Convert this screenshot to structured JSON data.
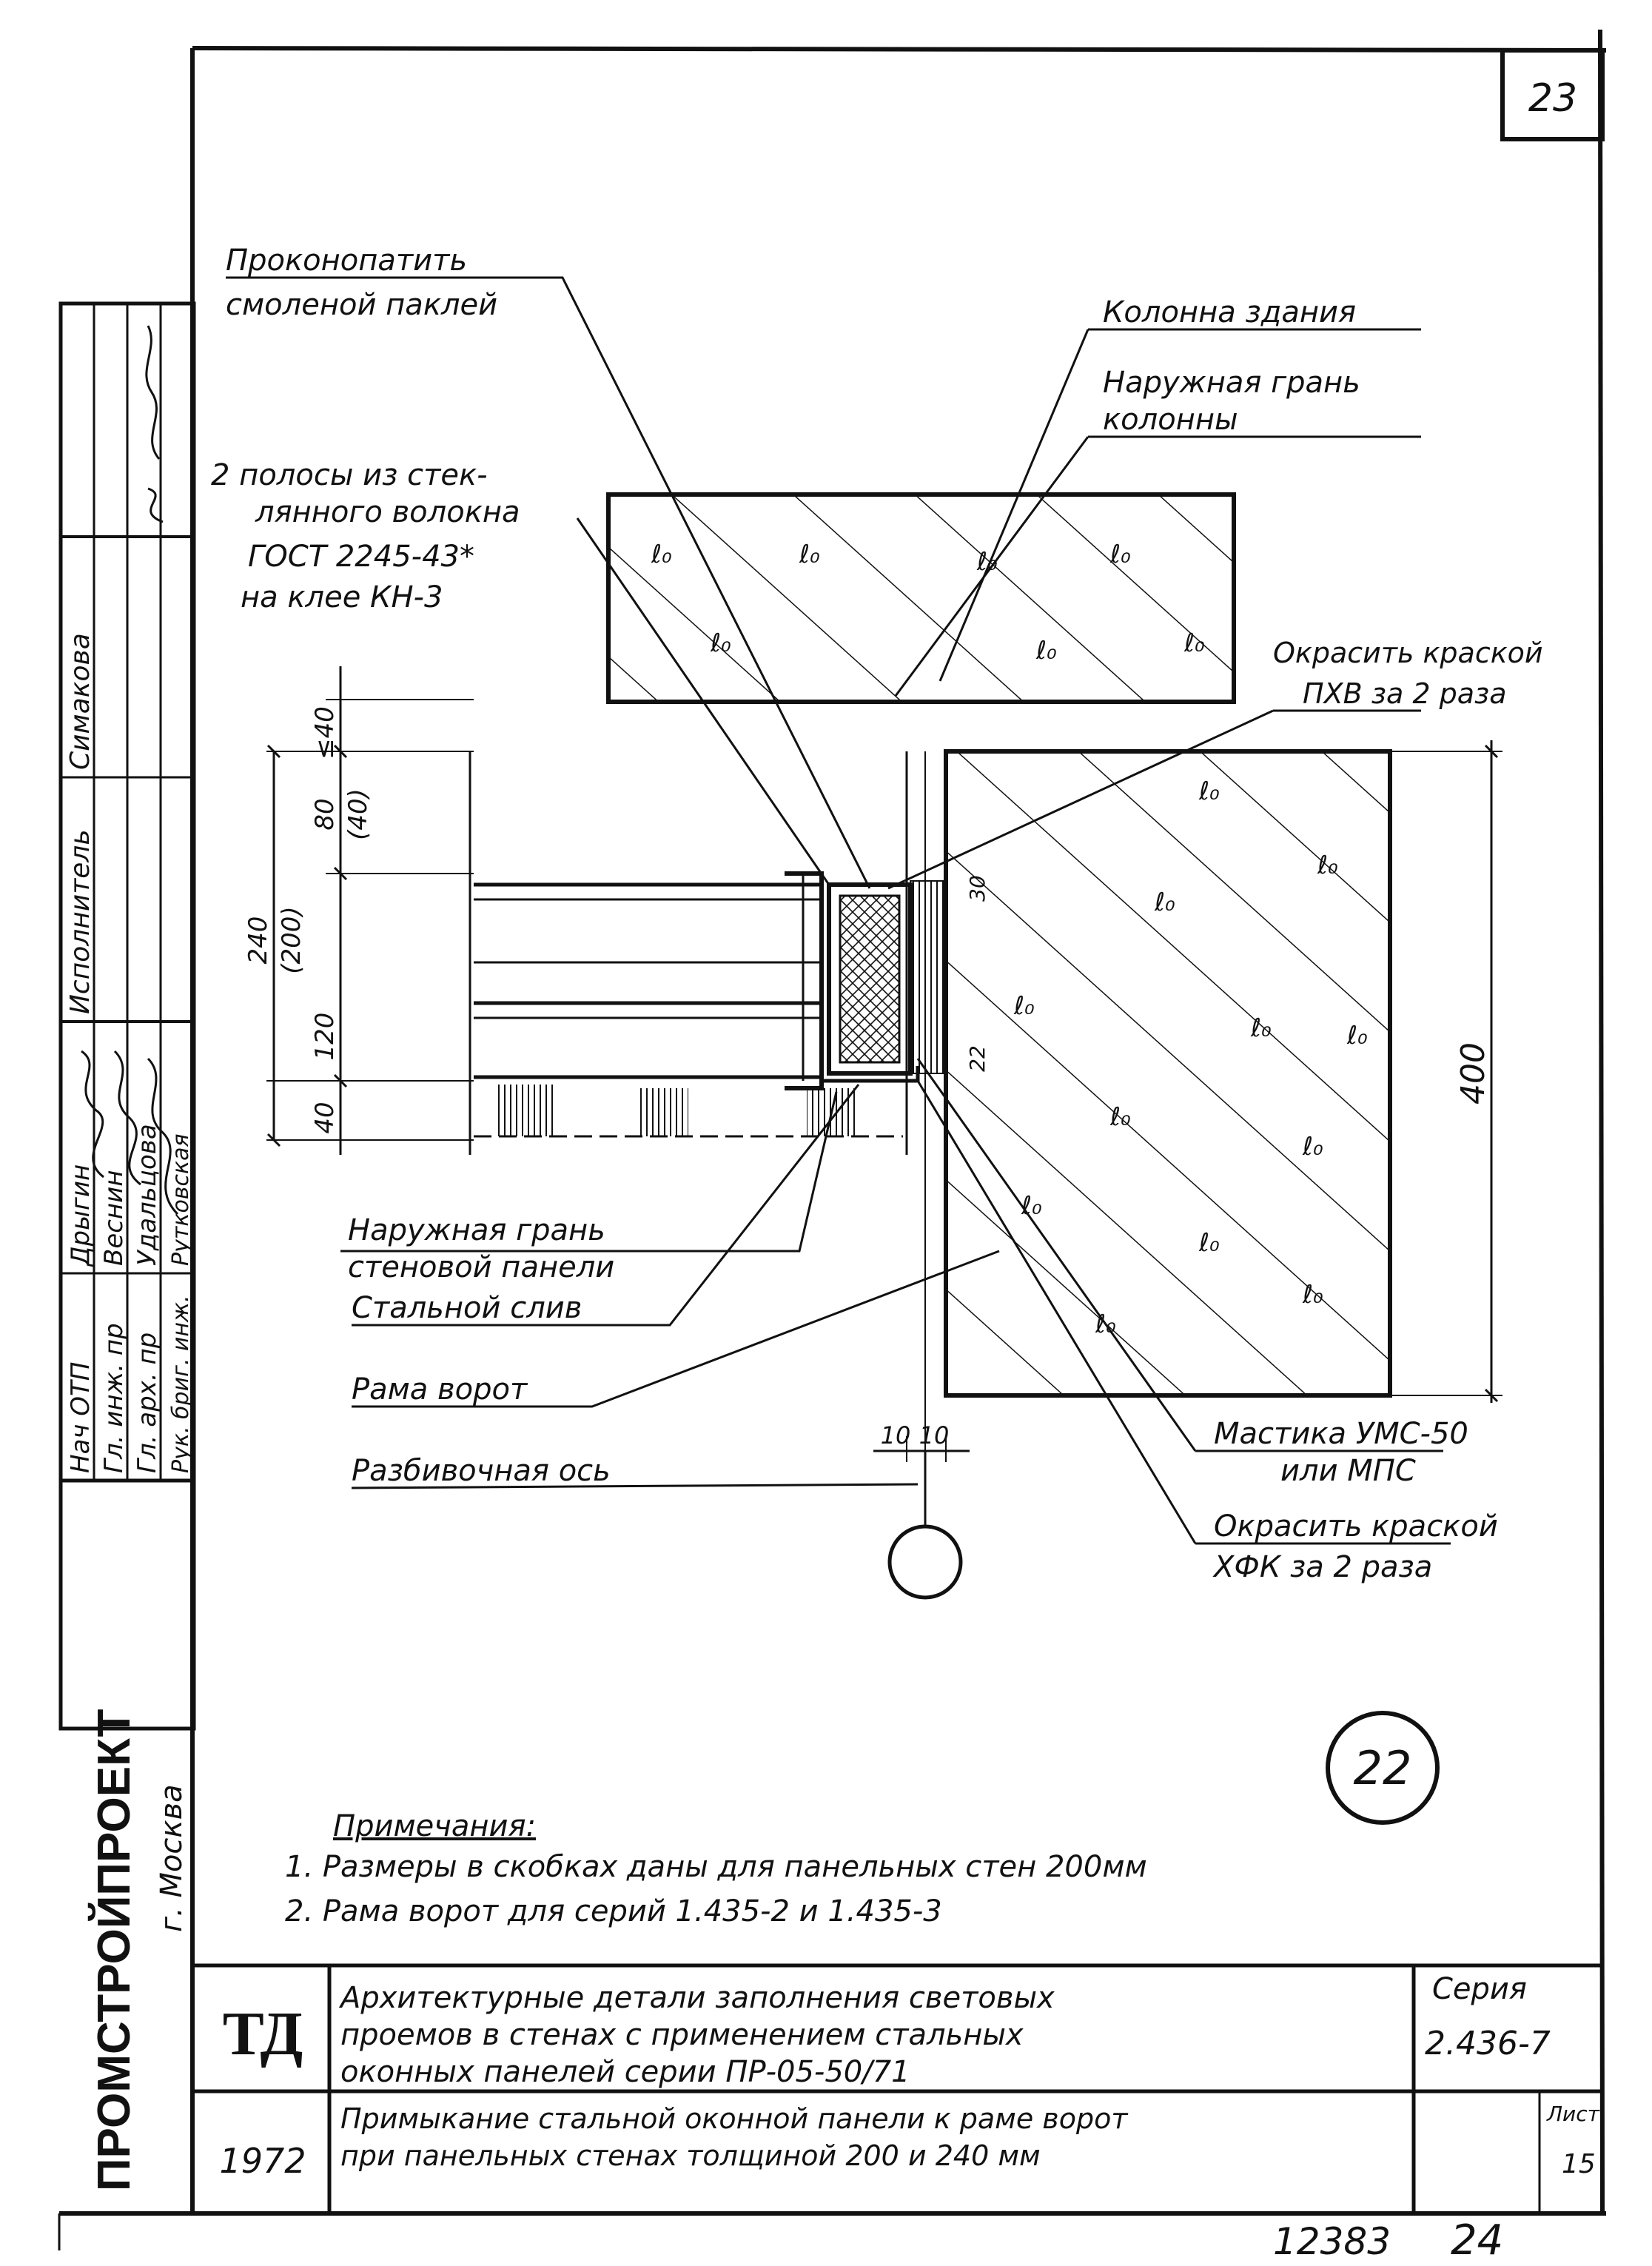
{
  "sheet": {
    "page_number": "23",
    "detail_number": "22",
    "archive_number": "12383",
    "archive_page": "24"
  },
  "callouts": {
    "caulk_line1": "Проконопатить",
    "caulk_line2": "смоленой паклей",
    "column": "Колонна здания",
    "column_face_line1": "Наружная грань",
    "column_face_line2": "колонны",
    "fiberglass_line1": "2 полосы из стек-",
    "fiberglass_line2": "лянного волокна",
    "fiberglass_line3": "ГОСТ 2245-43*",
    "fiberglass_line4": "на клее КН-3",
    "paint_pkhv_line1": "Окрасить краской",
    "paint_pkhv_line2": "ПХВ за 2 раза",
    "panel_face_line1": "Наружная грань",
    "panel_face_line2": "стеновой панели",
    "steel_drip": "Стальной слив",
    "gate_frame": "Рама ворот",
    "grid_axis": "Разбивочная ось",
    "mastic_line1": "Мастика УМС-50",
    "mastic_line2": "или МПС",
    "paint_khfk_line1": "Окрасить краской",
    "paint_khfk_line2": "ХФК за 2 раза"
  },
  "dimensions": {
    "top": "≤40",
    "upper_main": "80",
    "upper_alt": "(40)",
    "total_main": "240",
    "total_alt": "(200)",
    "lower_main": "120",
    "bottom": "40",
    "gap_upper": "30",
    "gap_lower": "22",
    "axis_left": "10",
    "axis_right": "10",
    "column_depth": "400"
  },
  "notes": {
    "heading": "Примечания:",
    "note1": "1. Размеры в скобках даны для панельных стен 200мм",
    "note2": "2. Рама ворот для серий 1.435-2 и 1.435-3"
  },
  "sidebar": {
    "org": "ПРОМСТРОЙПРОЕКТ",
    "city": "г. Москва",
    "roles": [
      "Нач ОТП",
      "Гл. инж. пр",
      "Гл. арх. пр",
      "Рук. бриг. инж."
    ],
    "names": [
      "Дрыгин",
      "Веснин",
      "Удальцова",
      "Рутковская"
    ],
    "executor_label": "Исполнитель",
    "executor_name": "Симакова"
  },
  "title_block": {
    "stamp": "ТД",
    "title_line1": "Архитектурные детали заполнения световых",
    "title_line2": "проемов в стенах с применением стальных",
    "title_line3": "оконных панелей серии ПР-05-50/71",
    "series_label": "Серия",
    "series_value": "2.436-7",
    "year": "1972",
    "subtitle_line1": "Примыкание стальной оконной панели к раме ворот",
    "subtitle_line2": "при панельных стенах толщиной 200 и 240 мм",
    "sheet_label": "Лист",
    "sheet_value": "15"
  }
}
